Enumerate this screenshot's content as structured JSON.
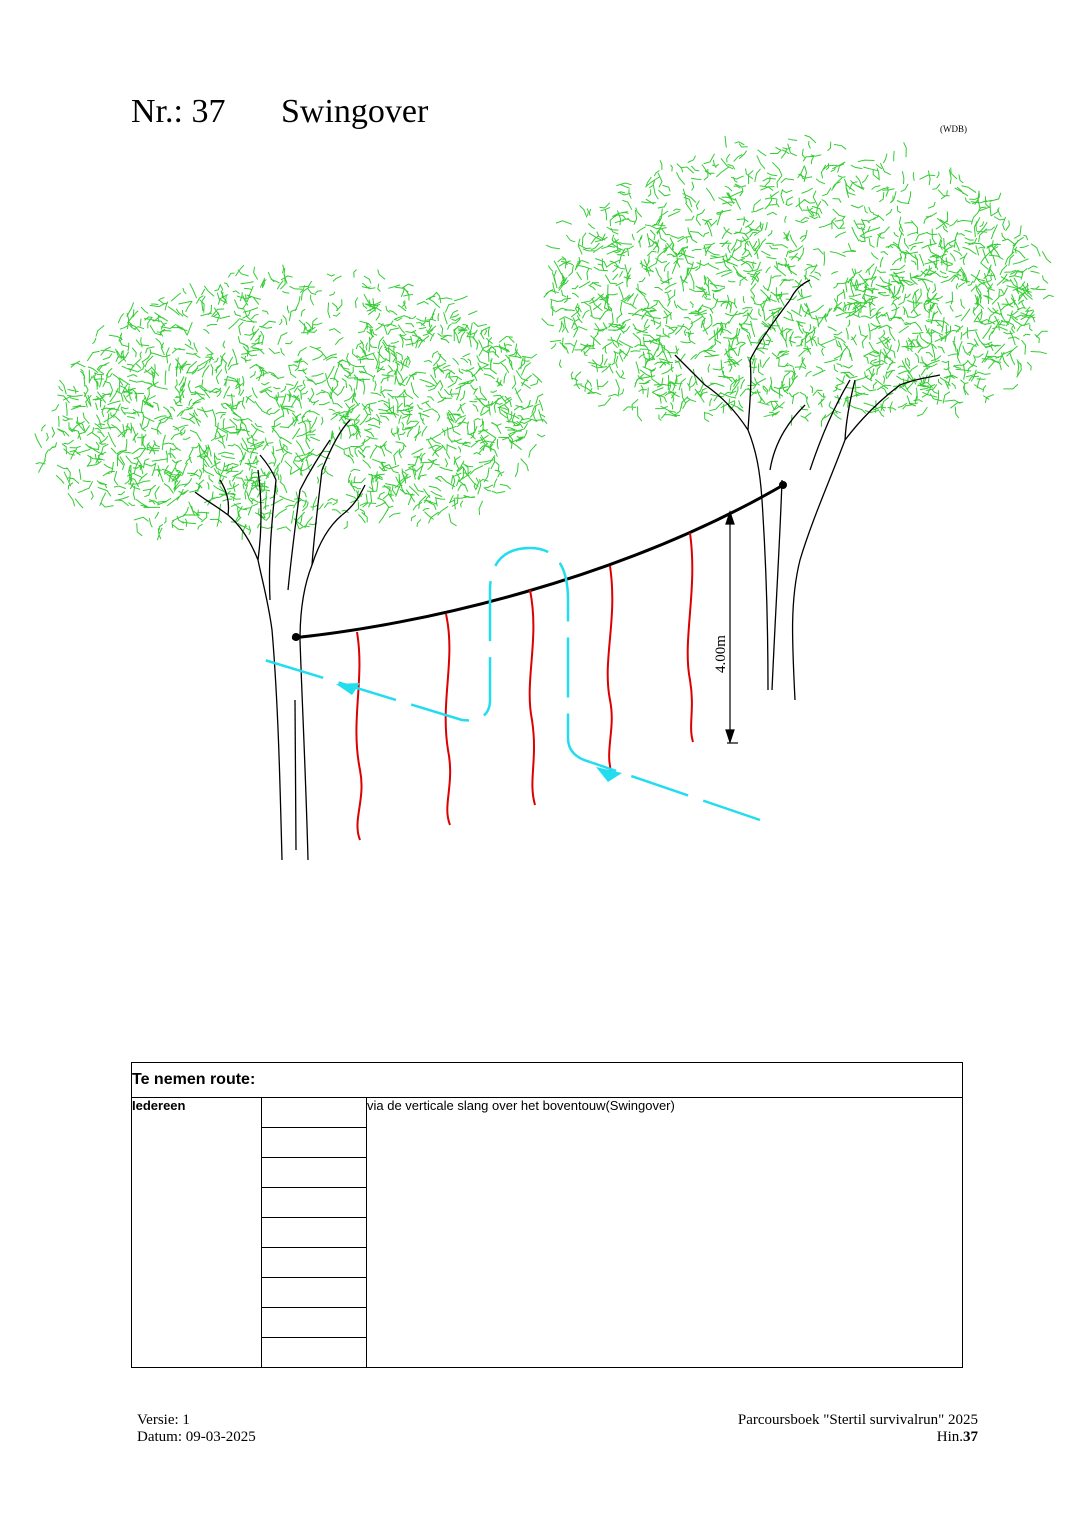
{
  "header": {
    "number": "Nr.: 37",
    "name": "Swingover",
    "tag": "(WDB)"
  },
  "drawing": {
    "dimension_label": "4.00m",
    "colors": {
      "foliage": "#33cc33",
      "trunk": "#000000",
      "ropes": "#dd0000",
      "route": "#22ddee"
    }
  },
  "route_table": {
    "heading": "Te nemen route:",
    "rows": [
      {
        "who": "Iedereen",
        "description": "via de verticale slang over het boventouw(Swingover)"
      }
    ]
  },
  "footer": {
    "version_label": "Versie:",
    "version": "1",
    "date_label": "Datum:",
    "date": "09-03-2025",
    "book": "Parcoursboek \"Stertil survivalrun\" 2025",
    "page_prefix": "Hin.",
    "page_number": "37"
  }
}
